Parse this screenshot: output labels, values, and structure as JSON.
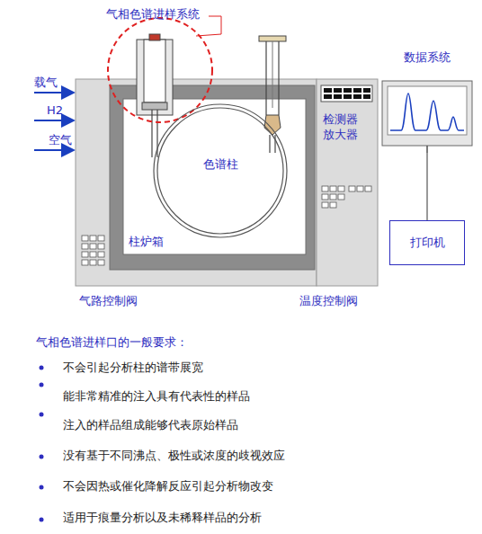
{
  "diagram": {
    "nodes": [
      {
        "text": [
          "柱炉箱"
        ]
      },
      {
        "text": [
          "色谱柱"
        ],
        "in": 0
      },
      {
        "text": [
          "检测器 放大器"
        ]
      },
      {
        "text": [
          "数据系统"
        ]
      },
      {
        "text": [
          "打印机"
        ]
      }
    ],
    "edges": [
      {
        "from": 3,
        "to": 4,
        "arrow": "none"
      }
    ],
    "labels": [
      "气相色谱进样系统",
      "载气",
      "H2",
      "空气",
      "气路控制阀",
      "温度控制阀",
      "气相色谱进样口的一般要求：",
      "不会引起分析柱的谱带展宽",
      "能非常精准的注入具有代表性的样品",
      "注入的样品组成能够代表原始样品",
      "没有基于不同沸点、极性或浓度的歧视效应",
      "不会因热或催化降解反应引起分析物改变",
      "适用于痕量分析以及未稀释样品的分析"
    ]
  }
}
